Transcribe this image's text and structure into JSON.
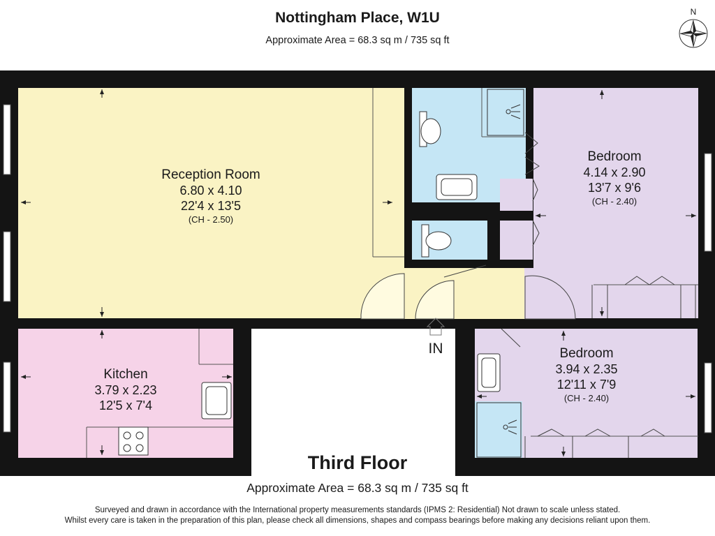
{
  "title": "Nottingham Place, W1U",
  "subtitle": "Approximate Area = 68.3 sq m / 735 sq ft",
  "compass_label": "N",
  "entrance_label": "IN",
  "floor_title": "Third Floor",
  "floor_area": "Approximate Area = 68.3 sq m / 735 sq ft",
  "disclaimer_line1": "Surveyed and drawn in accordance with the International property measurements standards (IPMS 2: Residential) Not drawn to scale unless stated.",
  "disclaimer_line2": "Whilst every care is taken in the preparation of this plan, please check all dimensions, shapes and compass bearings before making any decisions reliant upon them.",
  "colors": {
    "wall": "#141414",
    "reception": "#faf3c4",
    "bathroom": "#c5e6f5",
    "bedroom": "#e3d6ec",
    "kitchen": "#f6d3e8",
    "hall": "#faf3c4"
  },
  "rooms": {
    "reception": {
      "name": "Reception Room",
      "metric": "6.80 x 4.10",
      "imperial": "22'4 x 13'5",
      "ceiling": "(CH - 2.50)"
    },
    "bedroom1": {
      "name": "Bedroom",
      "metric": "4.14 x 2.90",
      "imperial": "13'7 x 9'6",
      "ceiling": "(CH - 2.40)"
    },
    "kitchen": {
      "name": "Kitchen",
      "metric": "3.79 x 2.23",
      "imperial": "12'5 x 7'4"
    },
    "bedroom2": {
      "name": "Bedroom",
      "metric": "3.94 x 2.35",
      "imperial": "12'11 x 7'9",
      "ceiling": "(CH - 2.40)"
    }
  },
  "icons": [
    "compass-rose-icon",
    "toilet-icon",
    "shower-icon",
    "sink-icon",
    "hob-icon",
    "door-swing-icon",
    "dimension-arrow-icon",
    "entrance-arrow-icon"
  ]
}
